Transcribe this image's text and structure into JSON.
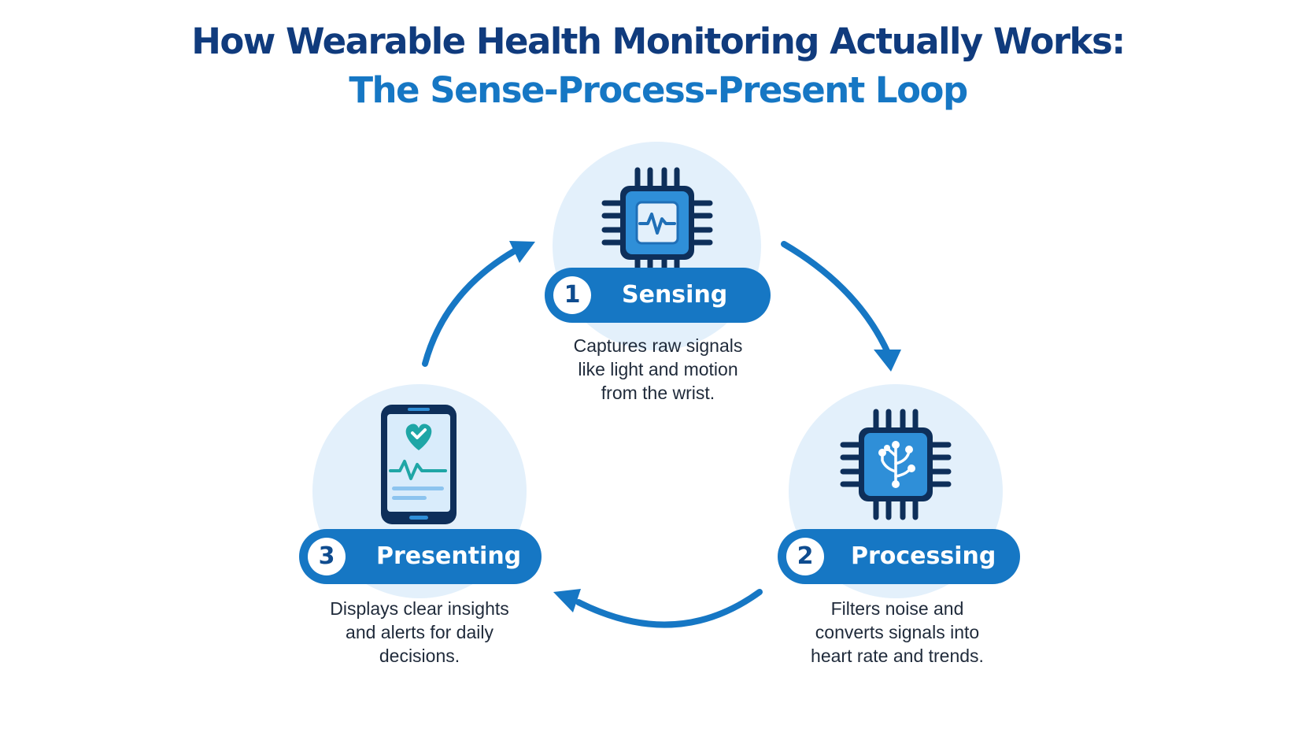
{
  "title": {
    "line1": "How Wearable Health Monitoring Actually Works:",
    "line2": "The Sense-Process-Present Loop"
  },
  "steps": [
    {
      "number": "1",
      "label": "Sensing",
      "description": [
        "Captures raw signals",
        "like light and motion",
        "from the wrist."
      ],
      "icon": "sensor-chip-icon"
    },
    {
      "number": "2",
      "label": "Processing",
      "description": [
        "Filters noise and",
        "converts signals into",
        "heart rate and trends."
      ],
      "icon": "processor-chip-icon"
    },
    {
      "number": "3",
      "label": "Presenting",
      "description": [
        "Displays clear insights",
        "and alerts for daily",
        "decisions."
      ],
      "icon": "smartphone-heart-icon"
    }
  ],
  "colors": {
    "title_primary": "#103b7d",
    "title_accent": "#1677c4",
    "pill": "#1677c4",
    "halo": "#e3f0fb",
    "chip_outline": "#0e2f5a",
    "chip_fill": "#2f8fd8",
    "teal": "#1fa6a6"
  }
}
